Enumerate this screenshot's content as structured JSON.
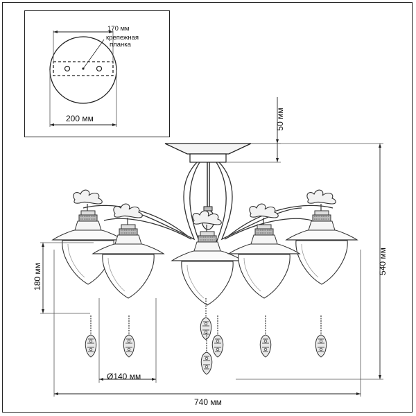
{
  "inset": {
    "plate_width_label": "170 мм",
    "mount_label_line1": "крепежная",
    "mount_label_line2": "планка",
    "canopy_diameter_label": "200 мм"
  },
  "dimensions": {
    "canopy_height": "50 мм",
    "total_height": "540 мм",
    "shade_height": "180 мм",
    "shade_diameter": "Ø140 мм",
    "total_width": "740 мм"
  }
}
